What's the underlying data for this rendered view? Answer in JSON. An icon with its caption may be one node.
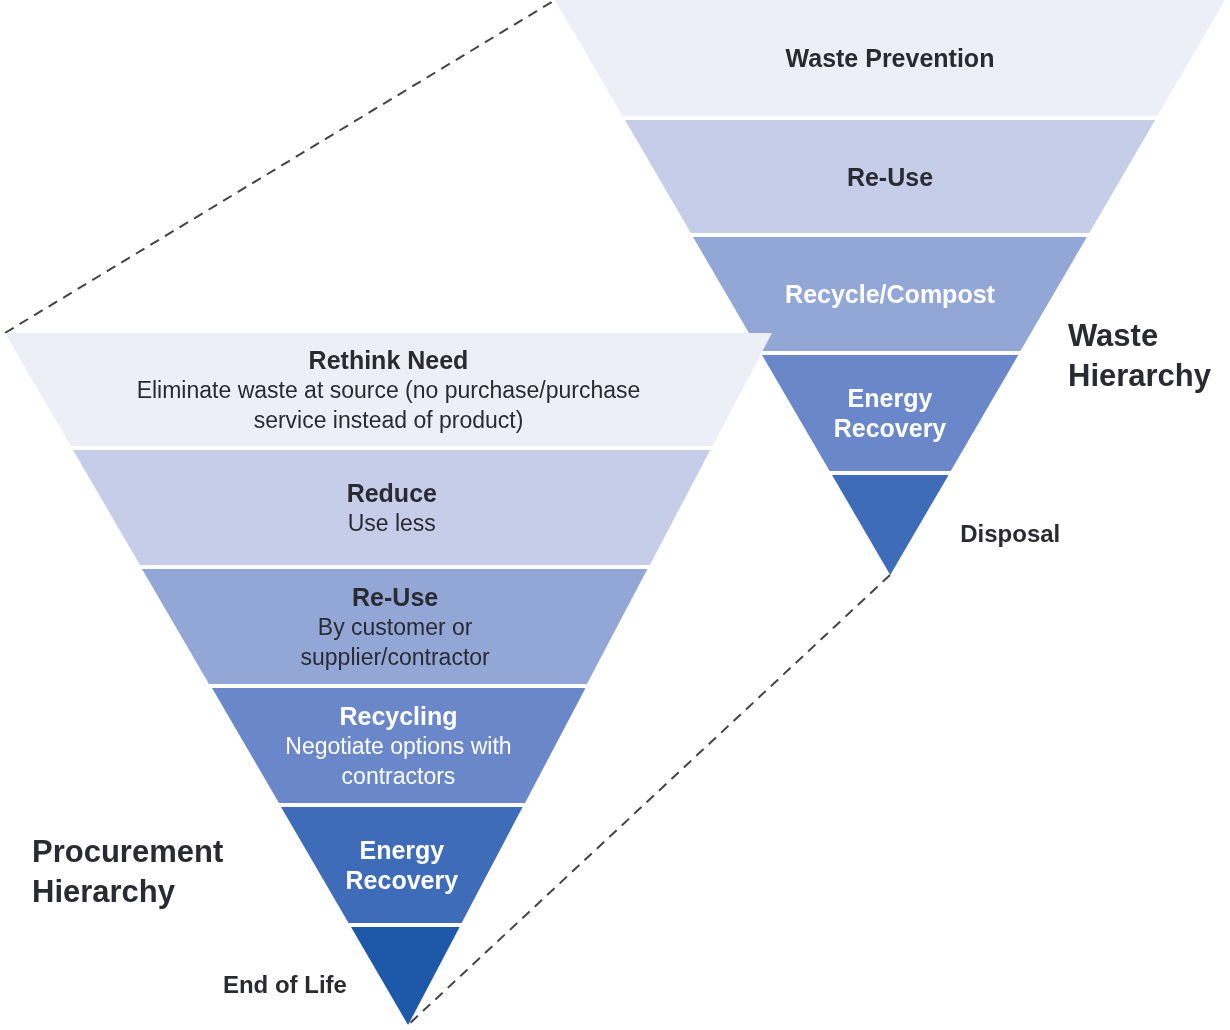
{
  "diagram": {
    "nodes": [
      {
        "text": [
          "Waste Prevention"
        ]
      },
      {
        "text": [
          "Re-Use"
        ]
      },
      {
        "text": [
          "Recycle/Compost"
        ]
      },
      {
        "text": [
          "Energy Recovery"
        ]
      },
      {
        "text": [],
        "shape": "triangle",
        "beside": [
          "Disposal"
        ]
      },
      {
        "text": [
          "Rethink Need",
          "Eliminate waste at source (no purchase/purchase service instead of product)"
        ]
      },
      {
        "text": [
          "Reduce",
          "Use less"
        ]
      },
      {
        "text": [
          "Re-Use",
          "By customer or supplier/contractor"
        ]
      },
      {
        "text": [
          "Recycling",
          "Negotiate options with contractors"
        ]
      },
      {
        "text": [
          "Energy Recovery"
        ]
      },
      {
        "text": [],
        "shape": "triangle",
        "beside": [
          "End of Life"
        ]
      }
    ],
    "edges": [
      {
        "from": 5,
        "to": 0,
        "arrow": "none",
        "style": "dashed"
      },
      {
        "from": 4,
        "to": 10,
        "arrow": "none",
        "style": "dashed"
      }
    ],
    "labels": [
      "Waste Hierarchy",
      "Procurement Hierarchy"
    ]
  }
}
